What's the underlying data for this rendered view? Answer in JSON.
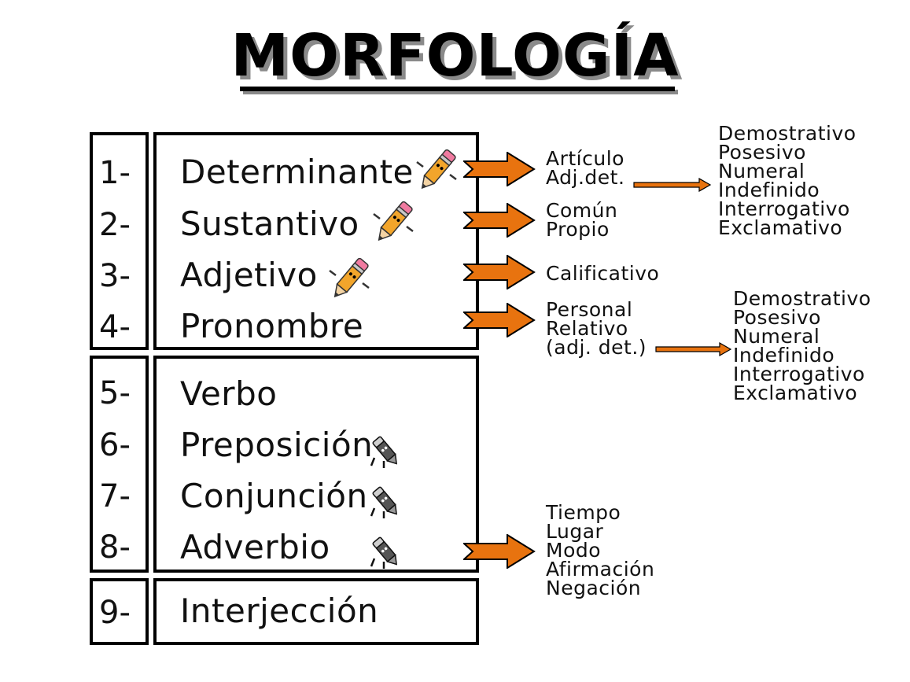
{
  "title": "MORFOLOGÍA",
  "groups": [
    {
      "items": [
        {
          "num": "1-",
          "term": "Determinante"
        },
        {
          "num": "2-",
          "term": "Sustantivo"
        },
        {
          "num": "3-",
          "term": "Adjetivo"
        },
        {
          "num": "4-",
          "term": "Pronombre"
        }
      ]
    },
    {
      "items": [
        {
          "num": "5-",
          "term": "Verbo"
        },
        {
          "num": "6-",
          "term": "Preposición"
        },
        {
          "num": "7-",
          "term": "Conjunción"
        },
        {
          "num": "8-",
          "term": "Adverbio"
        }
      ]
    },
    {
      "items": [
        {
          "num": "9-",
          "term": "Interjección"
        }
      ]
    }
  ],
  "branches": {
    "determinante": [
      "Artículo",
      "Adj.det."
    ],
    "sustantivo": [
      "Común",
      "Propio"
    ],
    "adjetivo": [
      "Calificativo"
    ],
    "pronombre": [
      "Personal",
      "Relativo",
      "(adj. det.)"
    ],
    "adverbio": [
      "Tiempo",
      "Lugar",
      "Modo",
      "Afirmación",
      "Negación"
    ],
    "adj_det_types": [
      "Demostrativo",
      "Posesivo",
      "Numeral",
      "Indefinido",
      "Interrogativo",
      "Exclamativo"
    ],
    "pron_adj_det_types": [
      "Demostrativo",
      "Posesivo",
      "Numeral",
      "Indefinido",
      "Interrogativo",
      "Exclamativo"
    ]
  },
  "colors": {
    "arrow": "#e8730f",
    "arrow_outline": "#000000",
    "pencil_body": "#f2a52b",
    "pencil_eraser": "#f07aa0"
  },
  "icons": {
    "variable_class": "pencil-character-icon",
    "invariable_class": "dark-pencil-character-icon"
  }
}
